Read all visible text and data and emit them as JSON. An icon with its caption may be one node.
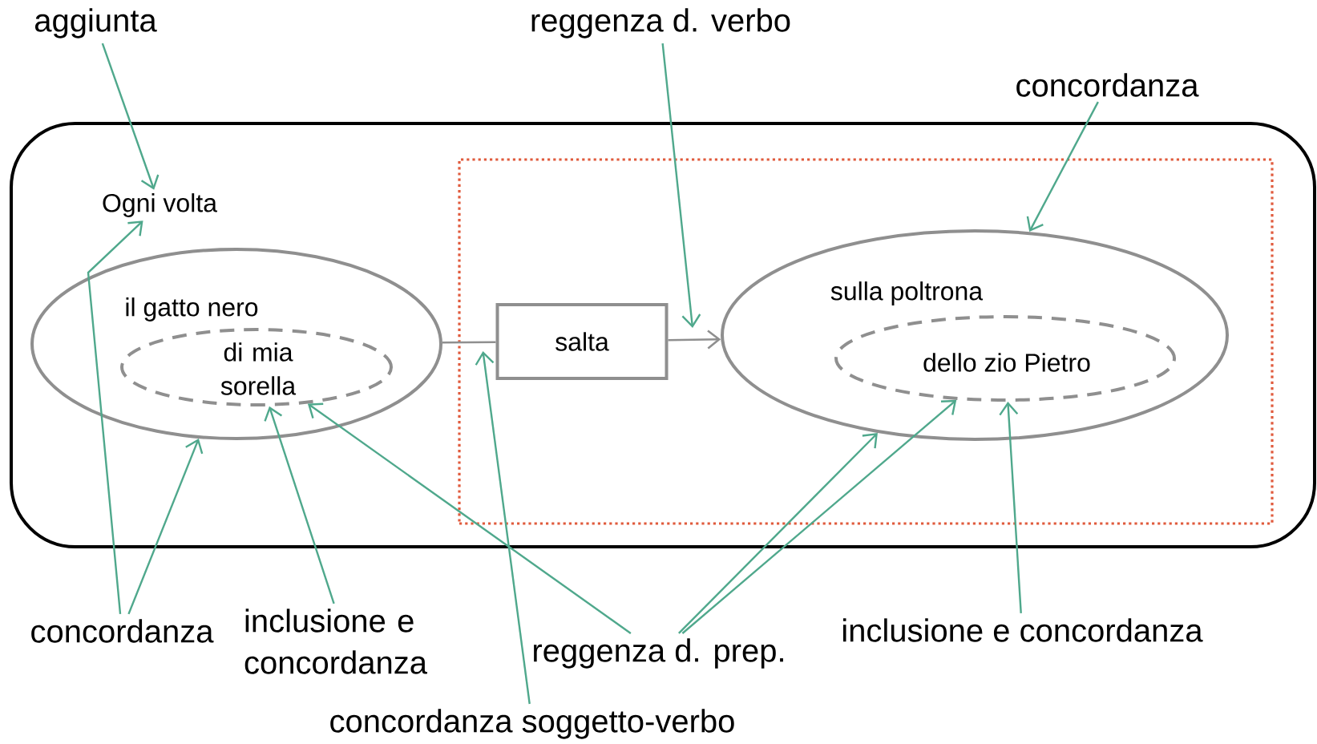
{
  "diagram": {
    "nodes": [
      {
        "text": [],
        "shape": "box"
      },
      {
        "text": [],
        "shape": "box",
        "in": 0
      },
      {
        "text": [
          "Ogni volta"
        ],
        "in": 0
      },
      {
        "text": [
          "il gatto nero"
        ],
        "in": 0
      },
      {
        "text": [
          "di mia sorella"
        ],
        "in": 3
      },
      {
        "text": [
          "salta"
        ],
        "in": 1
      },
      {
        "text": [
          "sulla poltrona"
        ],
        "in": 1
      },
      {
        "text": [
          "dello zio Pietro"
        ],
        "in": 6
      },
      {
        "text": [
          "aggiunta"
        ]
      },
      {
        "text": [
          "reggenza d. verbo"
        ]
      },
      {
        "text": [
          "concordanza"
        ]
      },
      {
        "text": [
          "concordanza"
        ]
      },
      {
        "text": [
          "inclusione e concordanza"
        ]
      },
      {
        "text": [
          "concordanza soggetto-verbo"
        ]
      },
      {
        "text": [
          "reggenza d. prep."
        ]
      },
      {
        "text": [
          "inclusione e concordanza"
        ]
      }
    ],
    "edges": [
      {
        "from": 3,
        "to": 5,
        "arrow": "none",
        "color": "#8f8f8f"
      },
      {
        "from": 5,
        "to": 6,
        "arrow": "to",
        "color": "#8f8f8f"
      },
      {
        "from": 8,
        "to": 2,
        "arrow": "to"
      },
      {
        "from": 9,
        "to": null,
        "arrow": "to"
      },
      {
        "from": 10,
        "to": 6,
        "arrow": "to"
      },
      {
        "from": 11,
        "to": 2,
        "arrow": "to"
      },
      {
        "from": 11,
        "to": 3,
        "arrow": "to"
      },
      {
        "from": 12,
        "to": 4,
        "arrow": "to"
      },
      {
        "from": 13,
        "to": 5,
        "arrow": "to"
      },
      {
        "from": 14,
        "to": 4,
        "arrow": "to"
      },
      {
        "from": 14,
        "to": 6,
        "arrow": "to"
      },
      {
        "from": 14,
        "to": 7,
        "arrow": "to"
      },
      {
        "from": 15,
        "to": 7,
        "arrow": "to"
      }
    ]
  }
}
